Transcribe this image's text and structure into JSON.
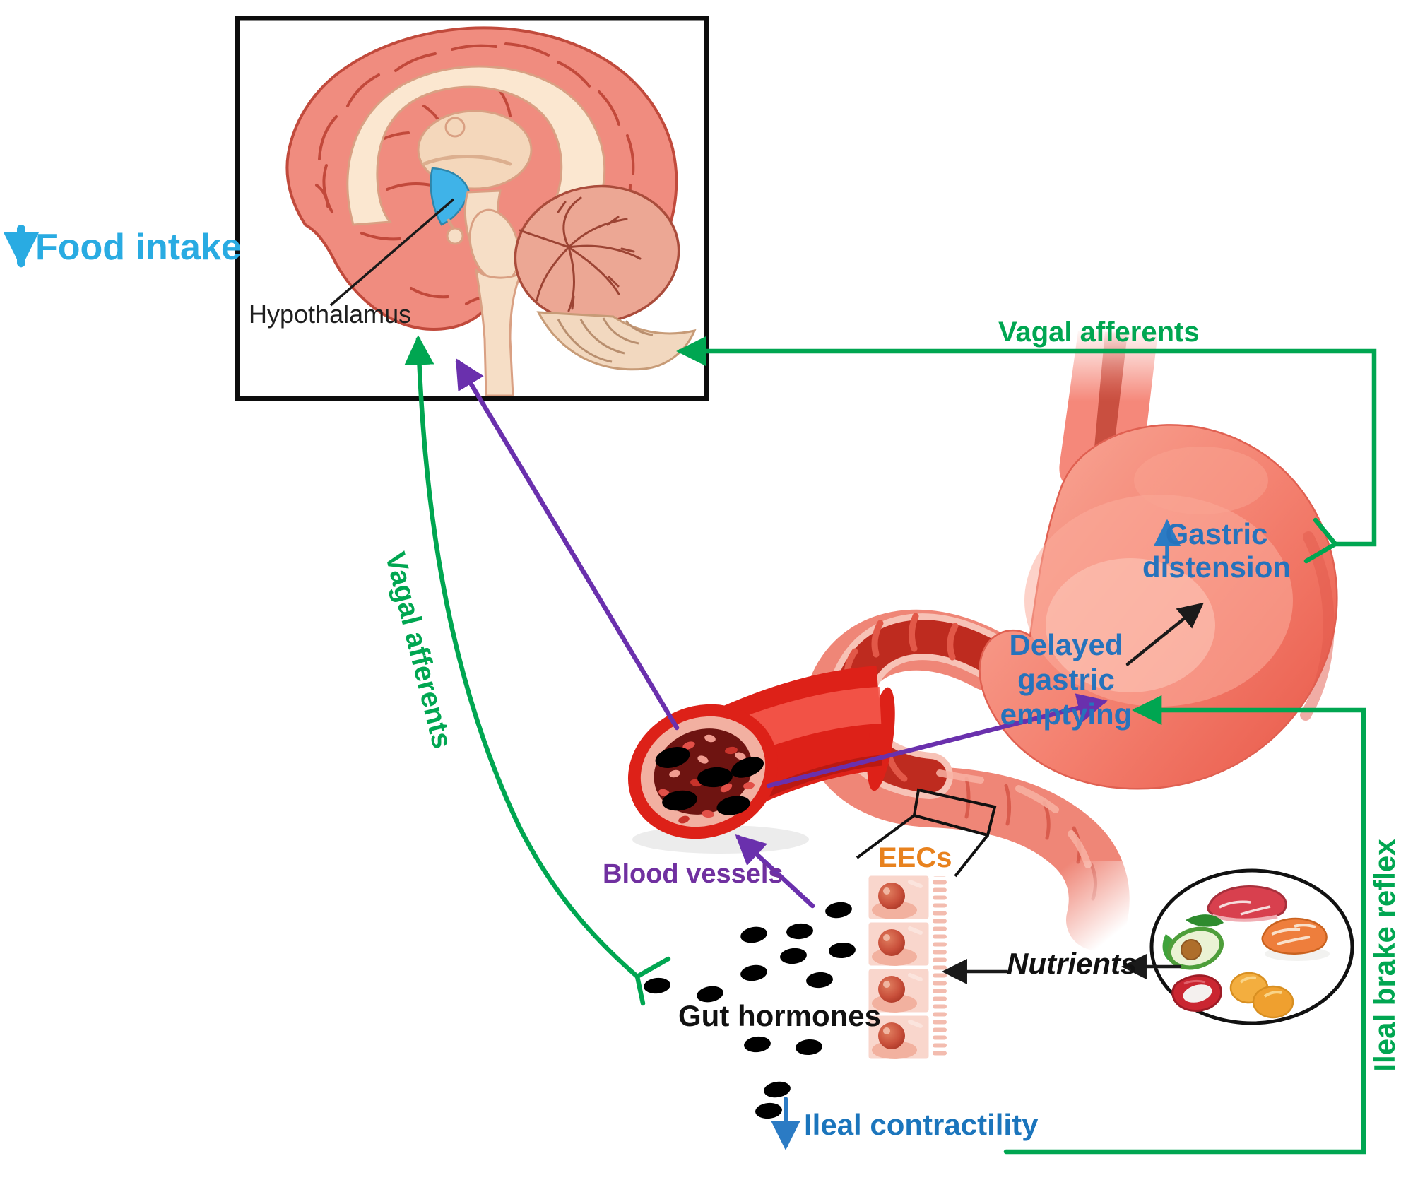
{
  "labels": {
    "food_intake": "Food intake",
    "hypothalamus": "Hypothalamus",
    "vagal_afferents_top": "Vagal afferents",
    "vagal_afferents_left": "Vagal afferents",
    "gastric_distension": [
      "Gastric",
      "distension"
    ],
    "delayed_gastric_emptying": [
      "Delayed",
      "gastric",
      "emptying"
    ],
    "blood_vessels": "Blood vessels",
    "eecs": "EECs",
    "gut_hormones": "Gut hormones",
    "nutrients": "Nutrients",
    "ileal_brake_reflex": "Ileal brake reflex",
    "ileal_contractility": "Ileal contractility"
  },
  "colors": {
    "food_intake_blue": "#29ABE2",
    "label_blue": "#2673BC",
    "green": "#00A651",
    "purple": "#7030A0",
    "orange": "#E8821E",
    "black": "#111111"
  }
}
